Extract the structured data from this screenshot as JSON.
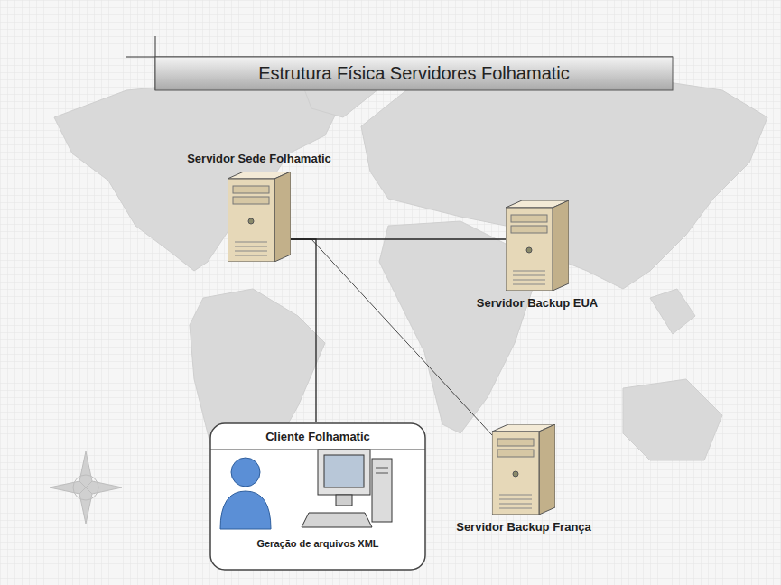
{
  "diagram": {
    "title": "Estrutura Física Servidores Folhamatic",
    "nodes": [
      {
        "text": [
          "Servidor Sede Folhamatic"
        ]
      },
      {
        "text": [
          "Servidor Backup EUA"
        ]
      },
      {
        "text": [
          "Cliente Folhamatic",
          "Geração de arquivos XML"
        ]
      },
      {
        "text": [
          "Servidor Backup França"
        ]
      }
    ],
    "edges": [
      {
        "from": 0,
        "to": 1,
        "arrow": "none"
      },
      {
        "from": 0,
        "to": 3,
        "arrow": "none"
      },
      {
        "from": 0,
        "to": 2,
        "arrow": "none"
      }
    ]
  }
}
